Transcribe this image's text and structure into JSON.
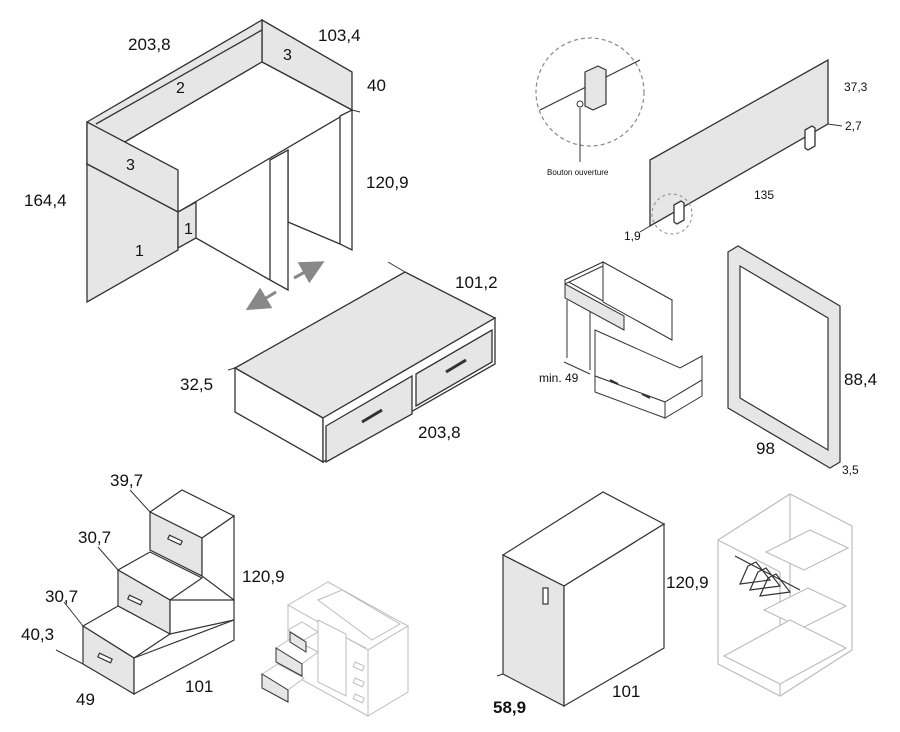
{
  "desk": {
    "width": "203,8",
    "depth": "103,4",
    "upstand": "40",
    "total_height": "164,4",
    "desk_height": "120,9",
    "parts": {
      "p2": "2",
      "p3a": "3",
      "p3b": "3",
      "p1a": "1",
      "p1b": "1"
    }
  },
  "headboard": {
    "height": "37,3",
    "clip": "2,7",
    "length": "135",
    "thickness": "1,9",
    "callout_label": "Bouton ouverture"
  },
  "drawer_bed": {
    "width": "101,2",
    "height": "32,5",
    "length": "203,8"
  },
  "module": {
    "min_label": "min. 49"
  },
  "mirror": {
    "height": "88,4",
    "width": "98",
    "depth": "3,5"
  },
  "stairs": {
    "step1": "39,7",
    "step2": "30,7",
    "step3": "30,7",
    "step4": "40,3",
    "height": "120,9",
    "width": "101",
    "depth": "49"
  },
  "wardrobe": {
    "height": "120,9",
    "width": "101",
    "depth": "58,9"
  },
  "colors": {
    "panel": "#e6e6e6",
    "line": "#333333",
    "light": "#bdbdbd",
    "accent": "#888888"
  }
}
